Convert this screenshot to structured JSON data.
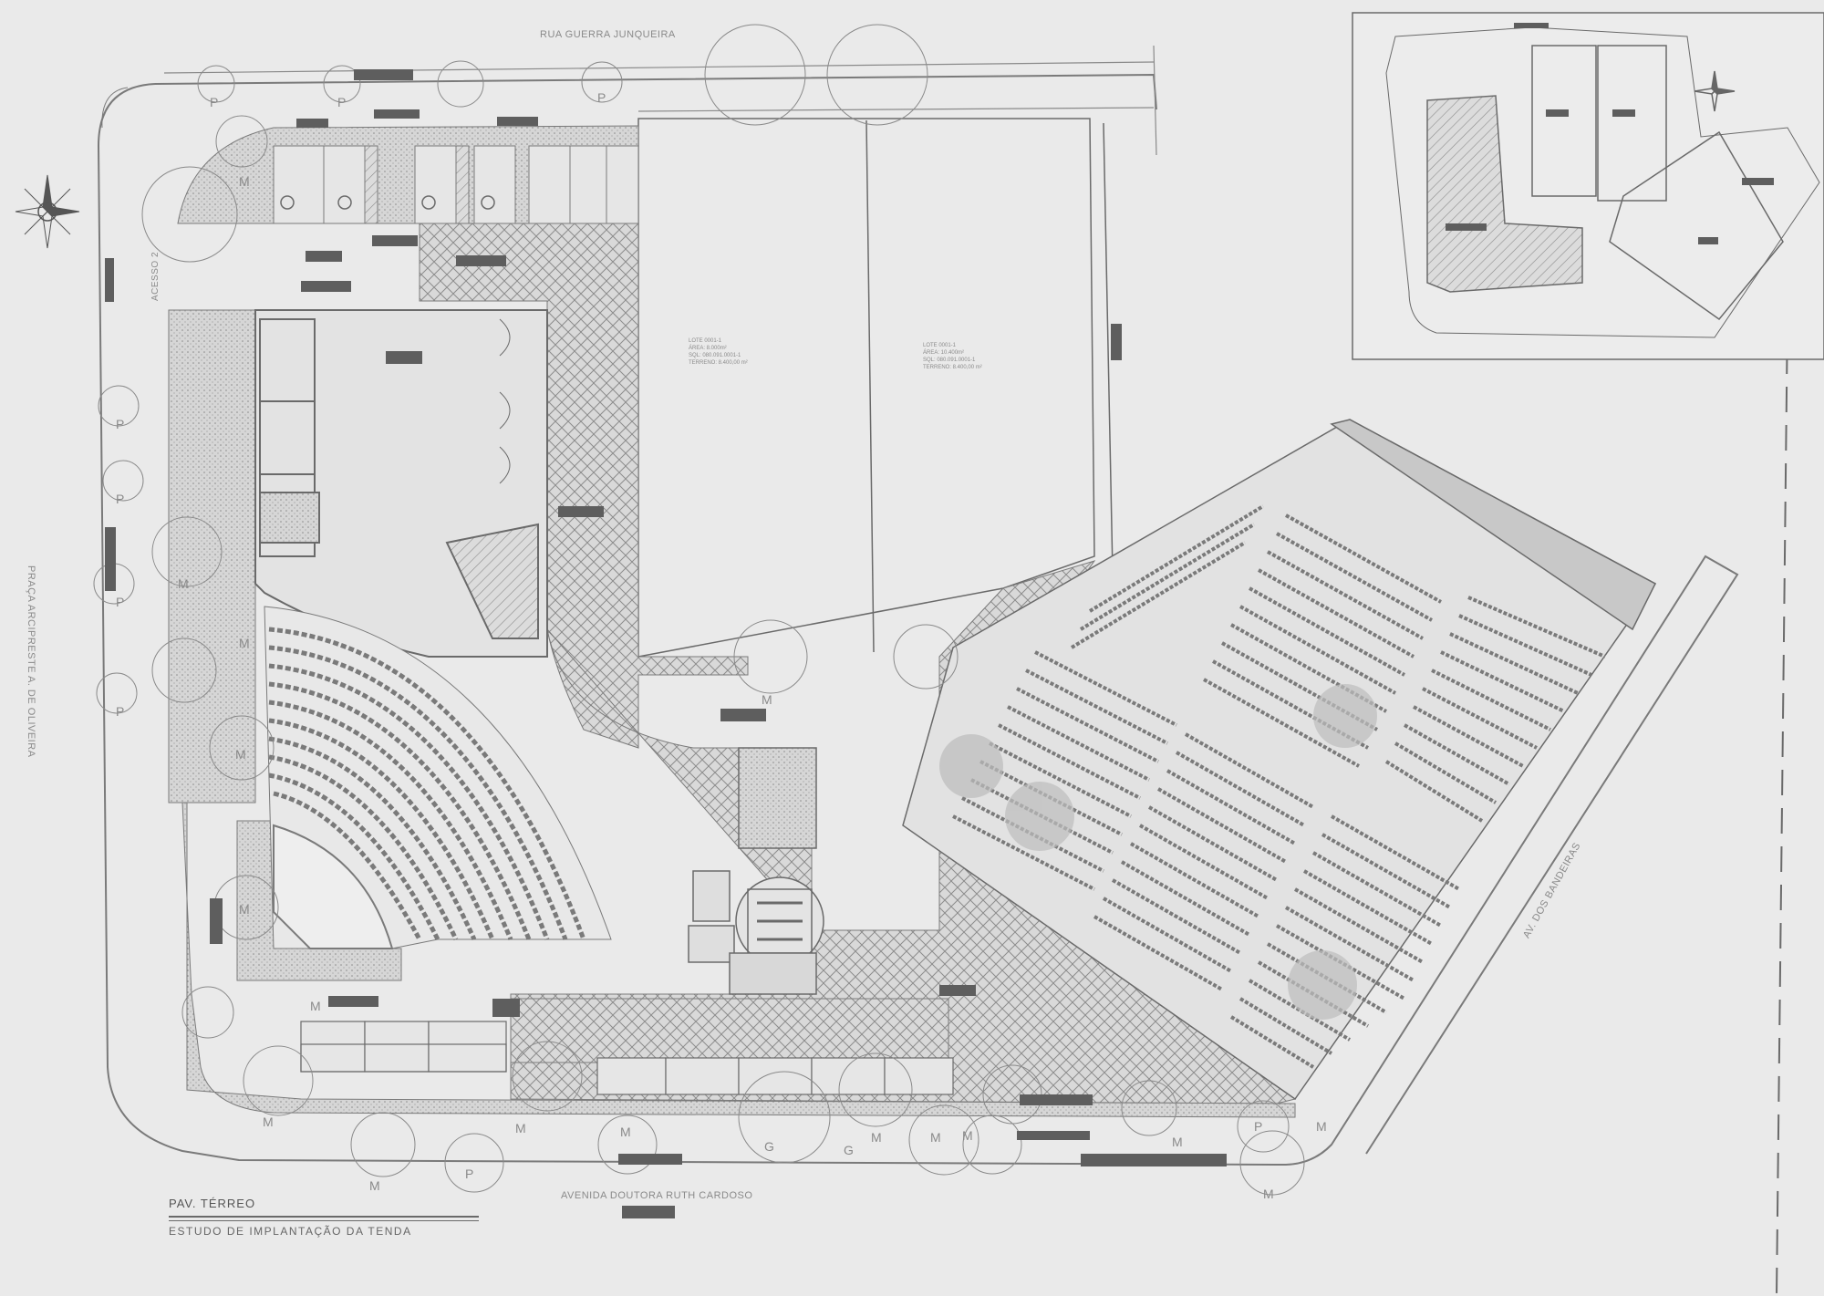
{
  "streets": {
    "top": "RUA GUERRA JUNQUEIRA",
    "bottom": "AVENIDA DOUTORA RUTH CARDOSO",
    "left": "PRAÇA ARCIPRESTE A. DE OLIVEIRA",
    "right": "AV. DOS BANDEIRAS",
    "access": "ACESSO 2"
  },
  "lots": [
    {
      "note": "LOTE 0001-1\nÁREA: 8.000m²\nSQL: 080.091.0001-1\nTERRENO: 8.400,00 m²"
    },
    {
      "note": "LOTE 0001-1\nÁREA: 10.400m²\nSQL: 080.091.0001-1\nTERRENO: 8.400,00 m²"
    }
  ],
  "title_block": {
    "title": "PAV. TÉRREO",
    "subtitle": "ESTUDO DE IMPLANTAÇÃO DA TENDA"
  },
  "tree_markers": [
    "P",
    "M",
    "G"
  ],
  "colors": {
    "background": "#eaeaea",
    "line": "#7a7a7a",
    "dark_block": "#5a5a5a",
    "stage": "#c8c8c8",
    "hatch": "#8c8c8c"
  },
  "icons": {
    "north_arrow_main": "compass-rose-icon",
    "north_arrow_key": "compass-rose-icon",
    "accessible_parking": "wheelchair-icon"
  }
}
